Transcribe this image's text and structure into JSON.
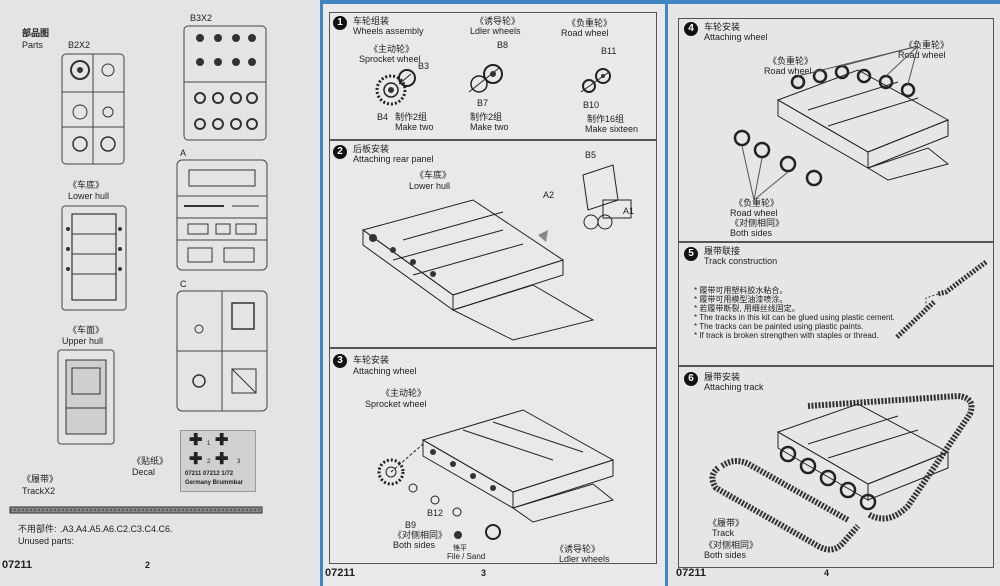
{
  "page2": {
    "parts_zh": "部品图",
    "parts_en": "Parts",
    "b2x2": "B2X2",
    "b3x2": "B3X2",
    "label_a": "A",
    "label_c": "C",
    "lower_hull_zh": "《车底》",
    "lower_hull_en": "Lower hull",
    "upper_hull_zh": "《车面》",
    "upper_hull_en": "Upper hull",
    "decal_zh": "《贴纸》",
    "decal_en": "Decal",
    "decal_numbers": [
      "1",
      "2",
      "3"
    ],
    "decal_text_1": "07211  07212  1/72",
    "decal_text_2": "Germany Brummbar",
    "track_zh": "《履带》",
    "track_en": "TrackX2",
    "unused_zh": "不用部件:",
    "unused_parts": ".A3.A4.A5.A6.C2.C3.C4.C6.",
    "unused_en": "Unused parts:",
    "model_no": "07211",
    "page_number": "2"
  },
  "page3": {
    "step1": {
      "number": "1",
      "title_zh": "车轮组装",
      "title_en": "Wheels assembly",
      "idler_zh": "《诱导轮》",
      "idler_en": "Ldler wheels",
      "road_zh": "《负重轮》",
      "road_en": "Road    wheel",
      "sprocket_zh": "《主动轮》",
      "sprocket_en": "Sprocket wheel",
      "b3": "B3",
      "b4": "B4",
      "b7": "B7",
      "b8": "B8",
      "b10": "B10",
      "b11": "B11",
      "make2a_zh": "制作2组",
      "make2a_en": "Make two",
      "make2b_zh": "制作2组",
      "make2b_en": "Make two",
      "make16_zh": "制作16组",
      "make16_en": "Make sixteen"
    },
    "step2": {
      "number": "2",
      "title_zh": "后板安装",
      "title_en": "Attaching rear panel",
      "hull_zh": "《车底》",
      "hull_en": "Lower hull",
      "b5": "B5",
      "a2": "A2",
      "a1": "A1"
    },
    "step3": {
      "number": "3",
      "title_zh": "车轮安装",
      "title_en": "Attaching wheel",
      "sprocket_zh": "《主动轮》",
      "sprocket_en": "Sprocket wheel",
      "b12": "B12",
      "b9": "B9",
      "both_zh": "《对侧相同》",
      "both_en": "Both sides",
      "file_zh": "锉平",
      "file_en": "File / Sand",
      "idler_zh": "《诱导轮》",
      "idler_en": "Ldler wheels"
    },
    "model_no": "07211",
    "page_number": "3"
  },
  "page4": {
    "step4": {
      "number": "4",
      "title_zh": "车轮安装",
      "title_en": "Attaching wheel",
      "road1_zh": "《负重轮》",
      "road1_en": "Road    wheel",
      "road2_zh": "《负重轮》",
      "road2_en": "Road    wheel",
      "road3_zh": "《负重轮》",
      "road3_en": "Road    wheel",
      "both_zh": "《对侧相同》",
      "both_en": "Both sides"
    },
    "step5": {
      "number": "5",
      "title_zh": "履带联接",
      "title_en": "Track construction",
      "notes": [
        "* 履带可用塑料胶水粘合。",
        "* 履带可用模型油漆喷涂。",
        "* 若履带断裂, 用细丝线固定。",
        "* The tracks in this kit can be glued using plastic cement.",
        "* The tracks can be painted using plastic paints.",
        "* If track is broken strengthen with staples or thread."
      ]
    },
    "step6": {
      "number": "6",
      "title_zh": "履带安装",
      "title_en": "Attaching track",
      "track_zh": "《履带》",
      "track_en": "Track",
      "both_zh": "《对侧相同》",
      "both_en": "Both sides"
    },
    "model_no": "07211",
    "page_number": "4"
  },
  "colors": {
    "background": "#3f86c2",
    "paper": "#e9e9ea",
    "ink": "#222222"
  }
}
